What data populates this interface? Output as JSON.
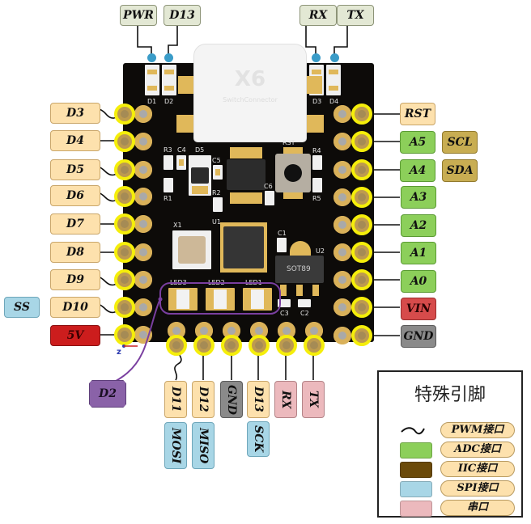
{
  "diagram": {
    "title": "Arduino Nano-style board pinout",
    "top_labels": [
      {
        "text": "PWR",
        "led": "D1"
      },
      {
        "text": "D13",
        "led": "D2"
      },
      {
        "text": "RX",
        "led": "D3"
      },
      {
        "text": "TX",
        "led": "D4"
      }
    ],
    "left_pins": [
      {
        "label": "D3",
        "pwm": true,
        "type": "digital"
      },
      {
        "label": "D4",
        "pwm": false,
        "type": "digital"
      },
      {
        "label": "D5",
        "pwm": true,
        "type": "digital"
      },
      {
        "label": "D6",
        "pwm": true,
        "type": "digital"
      },
      {
        "label": "D7",
        "pwm": false,
        "type": "digital"
      },
      {
        "label": "D8",
        "pwm": false,
        "type": "digital"
      },
      {
        "label": "D9",
        "pwm": true,
        "type": "digital"
      },
      {
        "label": "D10",
        "pwm": true,
        "type": "digital",
        "extra": "SS"
      },
      {
        "label": "5V",
        "pwm": false,
        "type": "power"
      }
    ],
    "right_pins": [
      {
        "label": "RST",
        "type": "digital"
      },
      {
        "label": "A5",
        "type": "analog",
        "extra": "SCL"
      },
      {
        "label": "A4",
        "type": "analog",
        "extra": "SDA"
      },
      {
        "label": "A3",
        "type": "analog"
      },
      {
        "label": "A2",
        "type": "analog"
      },
      {
        "label": "A1",
        "type": "analog"
      },
      {
        "label": "A0",
        "type": "analog"
      },
      {
        "label": "VIN",
        "type": "vin"
      },
      {
        "label": "GND",
        "type": "gnd"
      }
    ],
    "bottom_pins": [
      {
        "label": "D11",
        "type": "digital",
        "pwm": true,
        "extra": "MOSI"
      },
      {
        "label": "D12",
        "type": "digital",
        "extra": "MISO"
      },
      {
        "label": "GND",
        "type": "gnd"
      },
      {
        "label": "D13",
        "type": "digital",
        "extra": "SCK"
      },
      {
        "label": "RX",
        "type": "uart"
      },
      {
        "label": "TX",
        "type": "uart"
      }
    ],
    "d2_label": "D2",
    "z_marker": "z",
    "silkscreen": {
      "d1": "D1",
      "d2": "D2",
      "d3": "D3",
      "d4": "D4",
      "r1": "R1",
      "r2": "R2",
      "r3": "R3",
      "r4": "R4",
      "r5": "R5",
      "c1": "C1",
      "c2": "C2",
      "c3": "C3",
      "c4": "C4",
      "c5": "C5",
      "c6": "C6",
      "d5": "D5",
      "rst": "RST",
      "x1": "X1",
      "u1": "U1",
      "u2": "U2",
      "led1": "LED1",
      "led2": "LED2",
      "led3": "LED3",
      "sot89": "SOT89"
    },
    "usb": {
      "logo": "X6",
      "text": "SwitchConnector"
    }
  },
  "legend": {
    "title": "特殊引脚",
    "items": [
      {
        "label": "PWM接口",
        "swatch": "wave",
        "color": "#111111"
      },
      {
        "label": "ADC接口",
        "swatch": "box",
        "color": "#8ccf5a"
      },
      {
        "label": "IIC接口",
        "swatch": "box",
        "color": "#6b4a0a"
      },
      {
        "label": "SPI接口",
        "swatch": "box",
        "color": "#a8d6e6"
      },
      {
        "label": "串口",
        "swatch": "box",
        "color": "#ecb9bd"
      }
    ]
  }
}
